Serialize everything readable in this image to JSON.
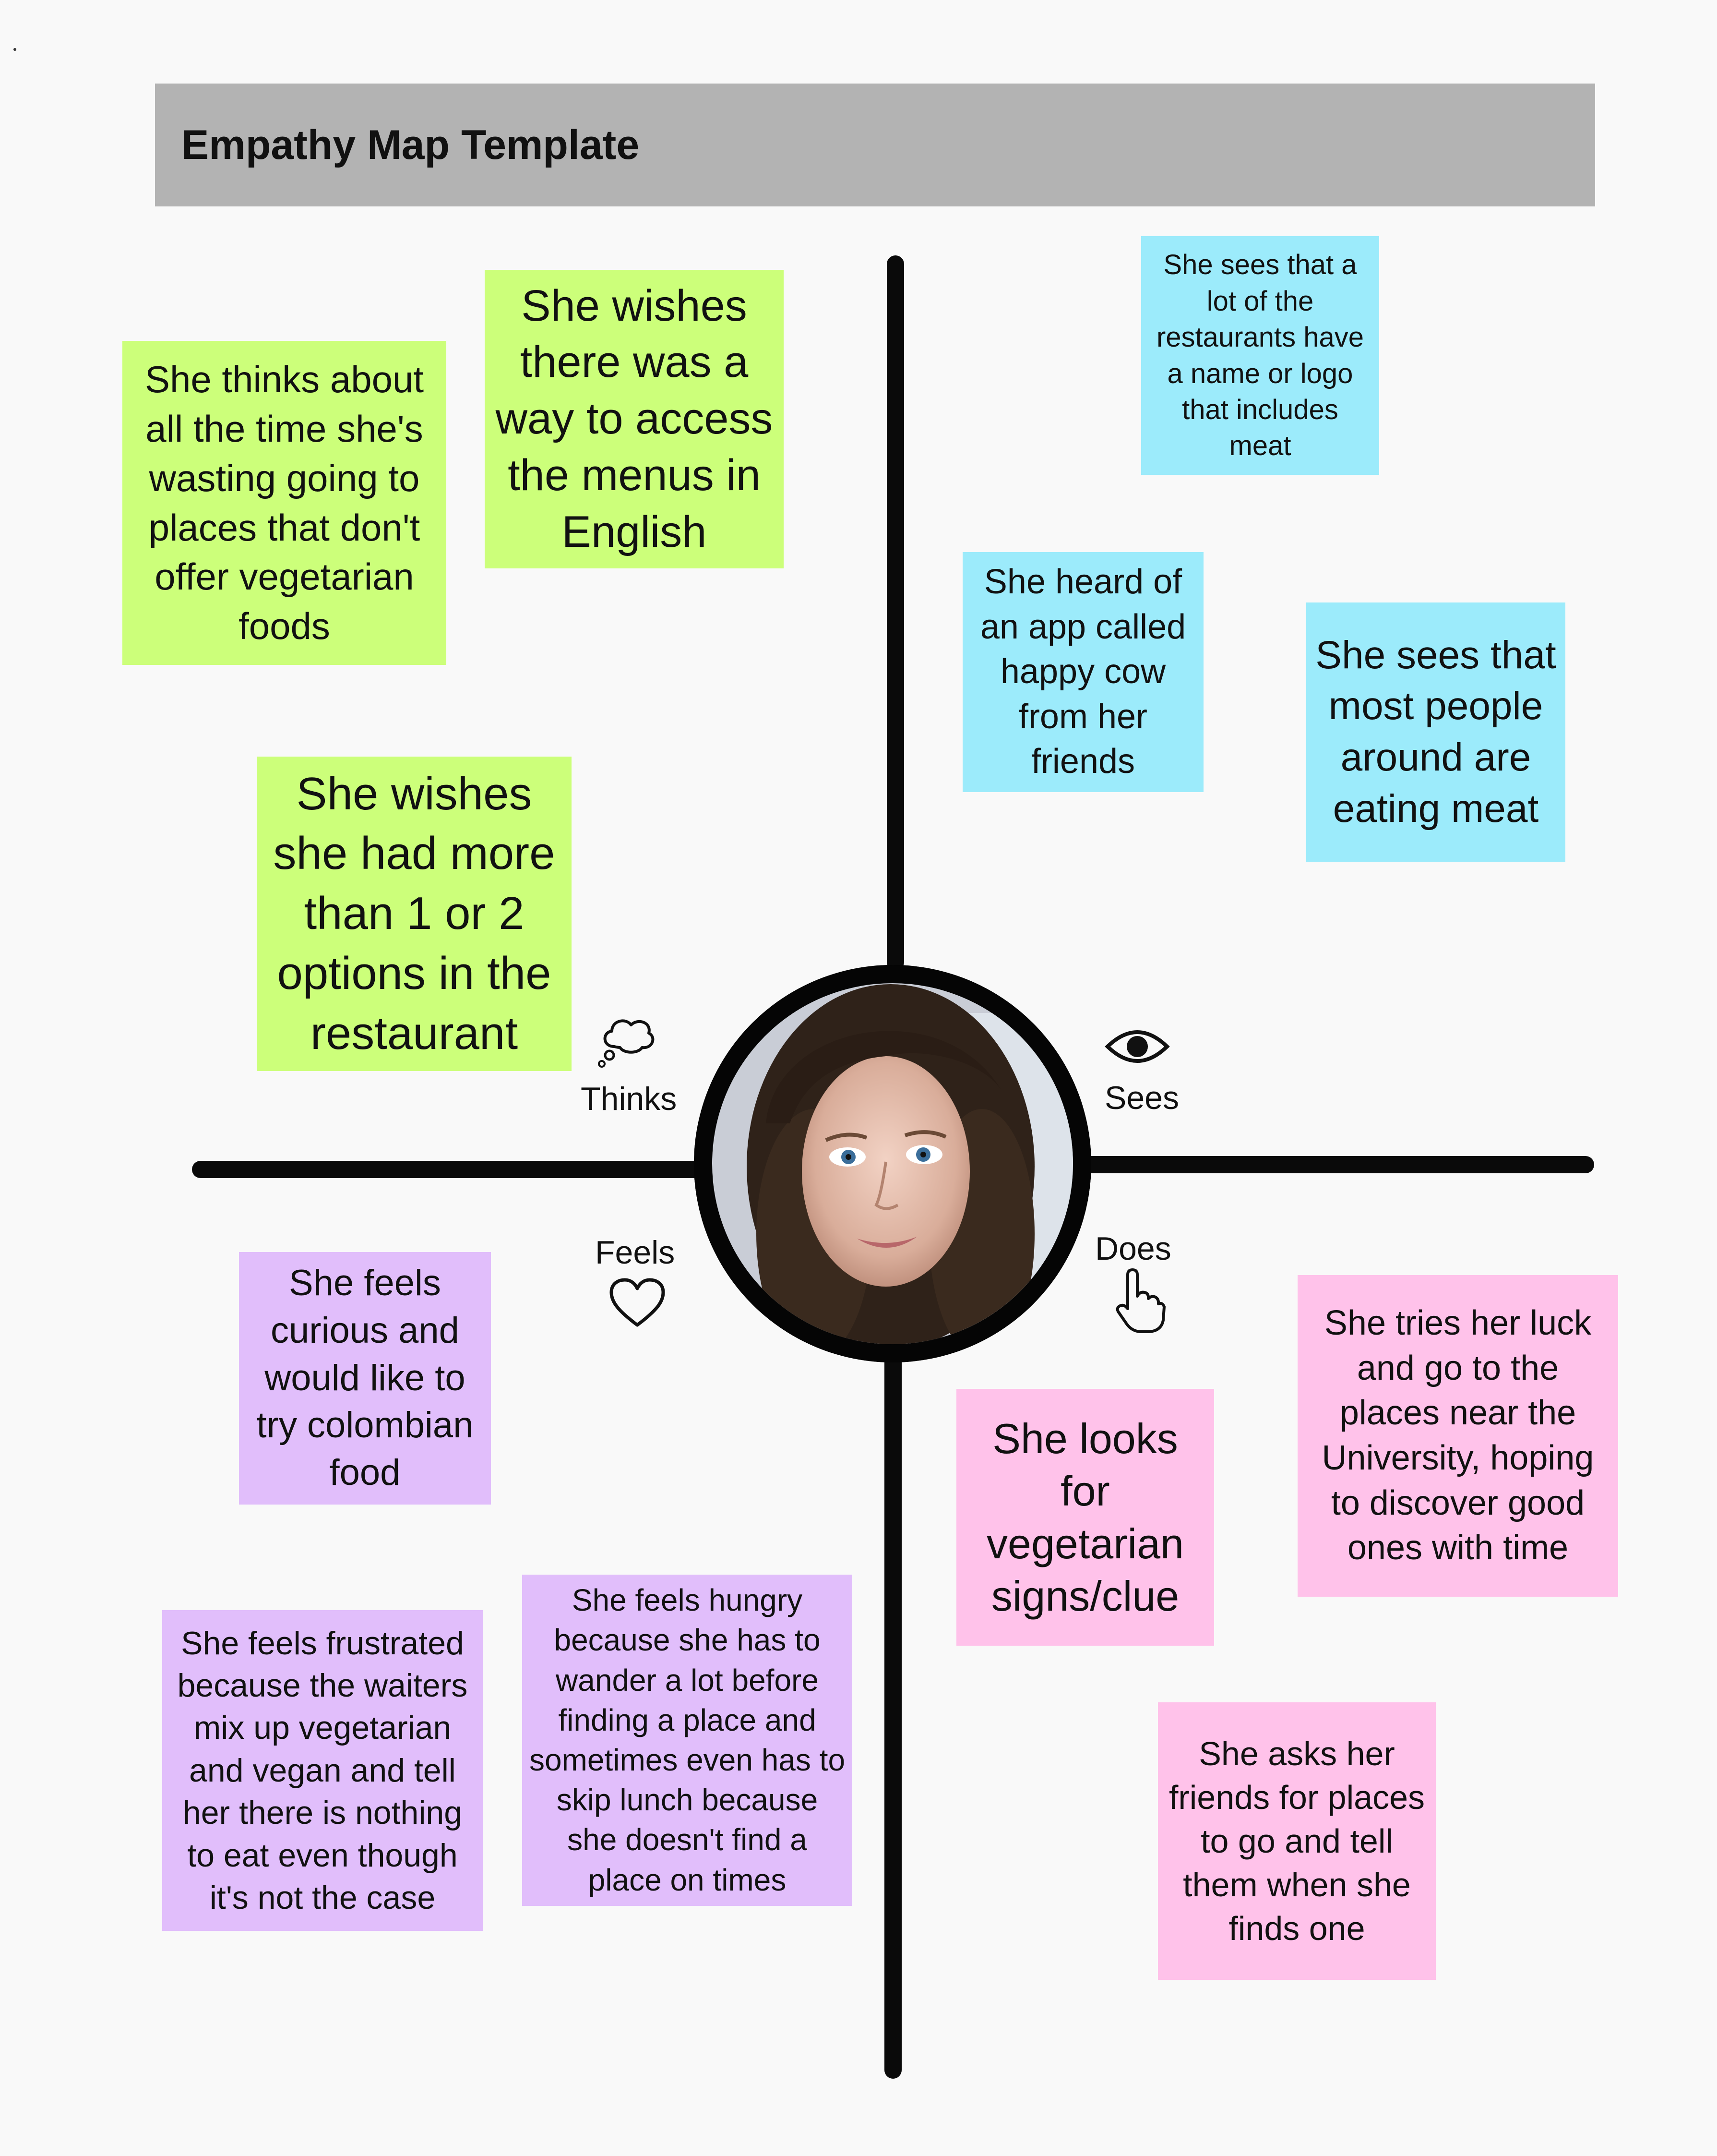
{
  "header": {
    "title": "Empathy Map Template"
  },
  "quadrants": {
    "thinks": "Thinks",
    "sees": "Sees",
    "feels": "Feels",
    "does": "Does"
  },
  "icons": {
    "thinks": "thought-bubble-icon",
    "sees": "eye-icon",
    "feels": "heart-icon",
    "does": "pointing-hand-icon"
  },
  "colors": {
    "thinks": "#ccff7a",
    "sees": "#9cebfb",
    "feels": "#e1befb",
    "does": "#ffc2ea",
    "header": "#b3b3b3"
  },
  "notes": {
    "thinks": [
      "She thinks about all the time she's wasting going to places that don't offer vegetarian foods",
      "She wishes there was a way to access the menus in English",
      "She wishes she had more than 1 or 2 options in the restaurant"
    ],
    "sees": [
      "She sees that a lot of the restaurants have a name or logo that includes meat",
      "She heard of an app called happy cow from her friends",
      "She sees that most people around are eating meat"
    ],
    "feels": [
      "She feels curious and would like to try colombian food",
      "She feels frustrated because the waiters mix up vegetarian and vegan and tell her there is nothing to eat even though it's not the case",
      "She feels hungry because she has to wander a lot before finding a place and sometimes even has to skip lunch because she doesn't find a place on times"
    ],
    "does": [
      "She looks for vegetarian signs/clue",
      "She tries her luck and go to the places near the University, hoping to discover good ones with time",
      "She asks her friends for places to go and tell them when she finds one"
    ]
  }
}
